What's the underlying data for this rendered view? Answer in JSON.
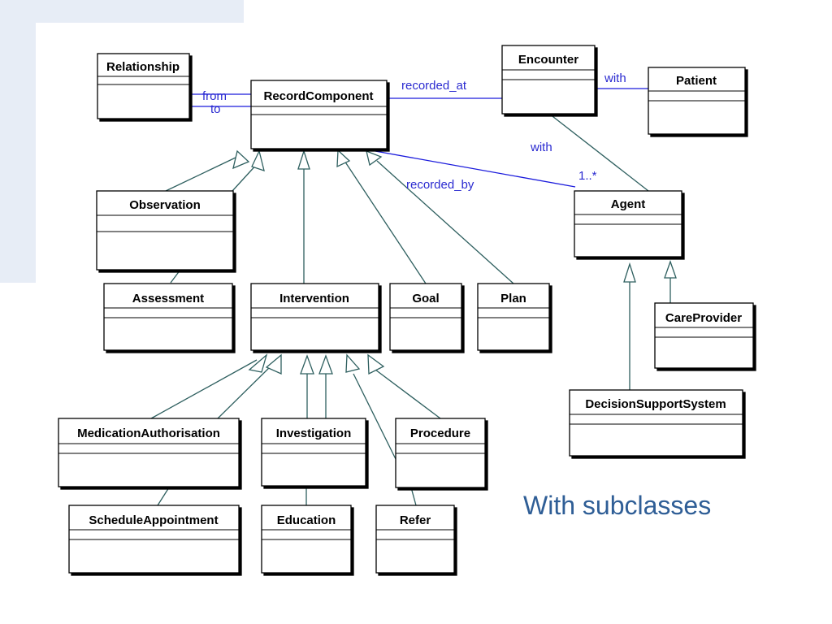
{
  "classes": {
    "relationship": "Relationship",
    "record_component": "RecordComponent",
    "encounter": "Encounter",
    "patient": "Patient",
    "observation": "Observation",
    "agent": "Agent",
    "assessment": "Assessment",
    "intervention": "Intervention",
    "goal": "Goal",
    "plan": "Plan",
    "care_provider": "CareProvider",
    "medication_authorisation": "MedicationAuthorisation",
    "investigation": "Investigation",
    "procedure": "Procedure",
    "decision_support_system": "DecisionSupportSystem",
    "schedule_appointment": "ScheduleAppointment",
    "education": "Education",
    "refer": "Refer"
  },
  "associations": {
    "from": "from",
    "to": "to",
    "recorded_at": "recorded_at",
    "with_patient": "with",
    "with_agent": "with",
    "recorded_by": "recorded_by",
    "multiplicity": "1..*"
  },
  "caption": "With subclasses",
  "colors": {
    "line": "#2e5f5f",
    "association": "#1a1adc",
    "label": "#2a2ad0",
    "caption": "#2f5e96",
    "box_shadow": "#000000"
  }
}
